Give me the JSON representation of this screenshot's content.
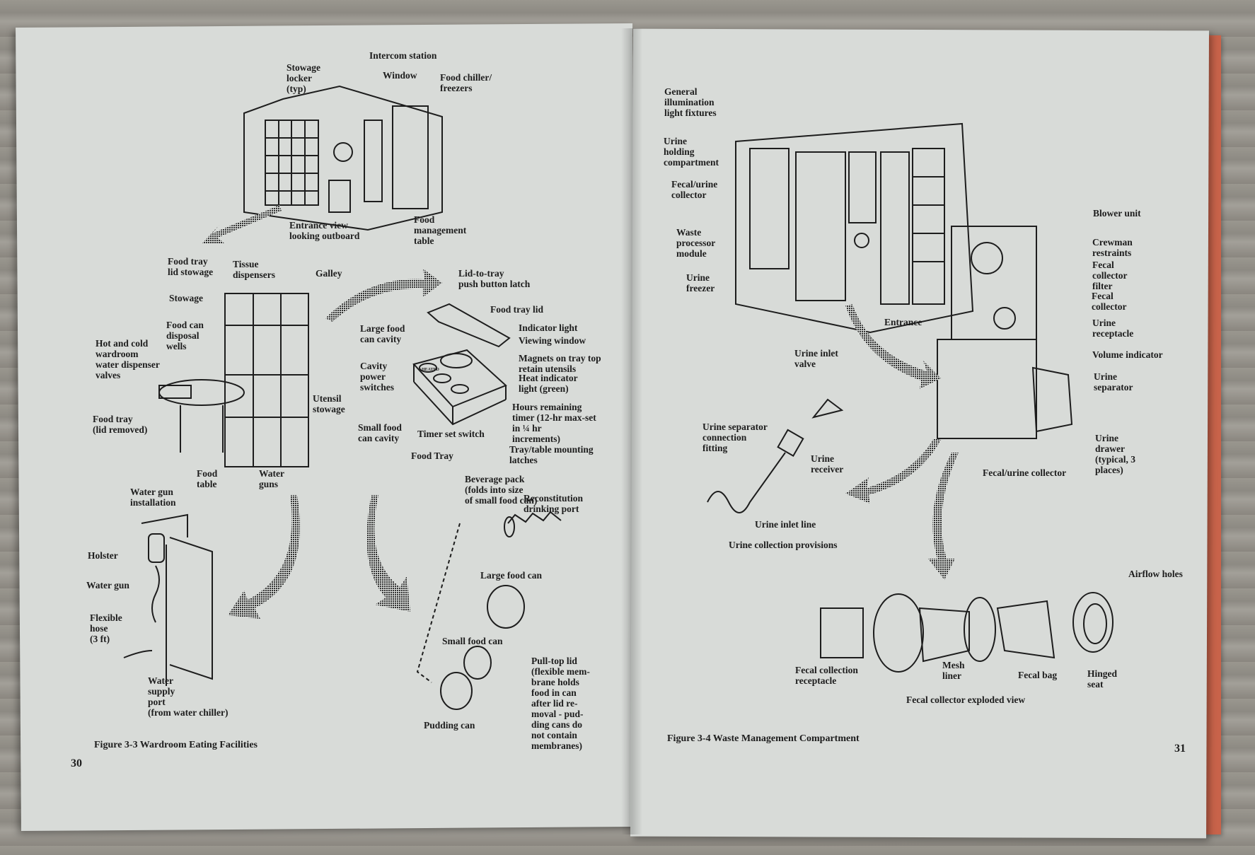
{
  "left_page": {
    "figure_caption": "Figure 3-3  Wardroom Eating Facilities",
    "page_number": "30",
    "wardroom": {
      "stowage_locker": "Stowage\nlocker\n(typ)",
      "intercom_station": "Intercom station",
      "window": "Window",
      "food_chiller": "Food chiller/\nfreezers",
      "entrance_view": "Entrance view\nlooking outboard",
      "food_management_table": "Food\nmanagement\ntable"
    },
    "galley": {
      "food_tray_lid_stowage": "Food tray\nlid stowage",
      "tissue_dispensers": "Tissue\ndispensers",
      "galley": "Galley",
      "stowage": "Stowage",
      "food_can_disposal_wells": "Food can\ndisposal\nwells",
      "water_dispenser_valves": "Hot and cold\nwardroom\nwater dispenser\nvalves",
      "utensil_stowage": "Utensil\nstowage",
      "food_tray_lid_removed": "Food tray\n(lid removed)",
      "food_table": "Food\ntable",
      "water_guns": "Water\nguns"
    },
    "water_gun": {
      "title": "Water gun\ninstallation",
      "holster": "Holster",
      "water_gun": "Water gun",
      "flexible_hose": "Flexible\nhose\n(3 ft)",
      "water_supply_port": "Water\nsupply\nport\n(from water chiller)"
    },
    "food_tray": {
      "title": "Food Tray",
      "lid_latch": "Lid-to-tray\npush button latch",
      "tray_lid": "Food tray lid",
      "large_cavity": "Large food\ncan cavity",
      "indicator_light": "Indicator light",
      "viewing_window": "Viewing window",
      "magnets": "Magnets on tray top\nretain utensils",
      "cavity_switches": "Cavity\npower\nswitches",
      "heat_indicator": "Heat indicator\nlight (green)",
      "hours_timer": "Hours remaining\ntimer (12-hr max-set\nin ¼ hr\nincrements)",
      "small_cavity": "Small food\ncan cavity",
      "timer_switch": "Timer set switch",
      "mounting_latches": "Tray/table mounting\nlatches",
      "heated_badge": "HEATED"
    },
    "cans": {
      "beverage_pack": "Beverage pack\n(folds into size\nof small food can)",
      "drinking_port": "Reconstitution\ndrinking port",
      "large_can": "Large food can",
      "small_can": "Small food can",
      "pudding_can": "Pudding can",
      "pull_top_lid": "Pull-top lid\n(flexible mem-\nbrane holds\nfood in can\nafter lid re-\nmoval - pud-\nding cans do\nnot contain\nmembranes)"
    }
  },
  "right_page": {
    "figure_caption": "Figure 3-4  Waste Management Compartment",
    "page_number": "31",
    "compartment": {
      "light_fixtures": "General\nillumination\nlight fixtures",
      "urine_holding": "Urine\nholding\ncompartment",
      "fecal_urine_collector": "Fecal/urine\ncollector",
      "waste_processor": "Waste\nprocessor\nmodule",
      "urine_freezer": "Urine\nfreezer",
      "entrance": "Entrance"
    },
    "collector": {
      "blower_unit": "Blower unit",
      "crewman_restraints": "Crewman\nrestraints",
      "fecal_collector_filter": "Fecal\ncollector\nfilter",
      "fecal_collector": "Fecal\ncollector",
      "urine_receptacle": "Urine\nreceptacle",
      "volume_indicator": "Volume indicator",
      "urine_separator": "Urine\nseparator",
      "urine_drawer": "Urine\ndrawer\n(typical, 3\nplaces)",
      "fecal_urine_collector": "Fecal/urine collector"
    },
    "urine_provisions": {
      "inlet_valve": "Urine inlet\nvalve",
      "connection_fitting": "Urine separator\nconnection\nfitting",
      "receiver": "Urine\nreceiver",
      "inlet_line": "Urine inlet line",
      "title": "Urine collection provisions"
    },
    "exploded": {
      "airflow_holes": "Airflow holes",
      "receptacle": "Fecal collection\nreceptacle",
      "mesh_liner": "Mesh\nliner",
      "fecal_bag": "Fecal bag",
      "hinged_seat": "Hinged\nseat",
      "title": "Fecal collector exploded view"
    }
  },
  "colors": {
    "page": "#d8dbd8",
    "ink": "#1d1d1d",
    "cover": "#c8634a",
    "background": "#8f8c86"
  }
}
